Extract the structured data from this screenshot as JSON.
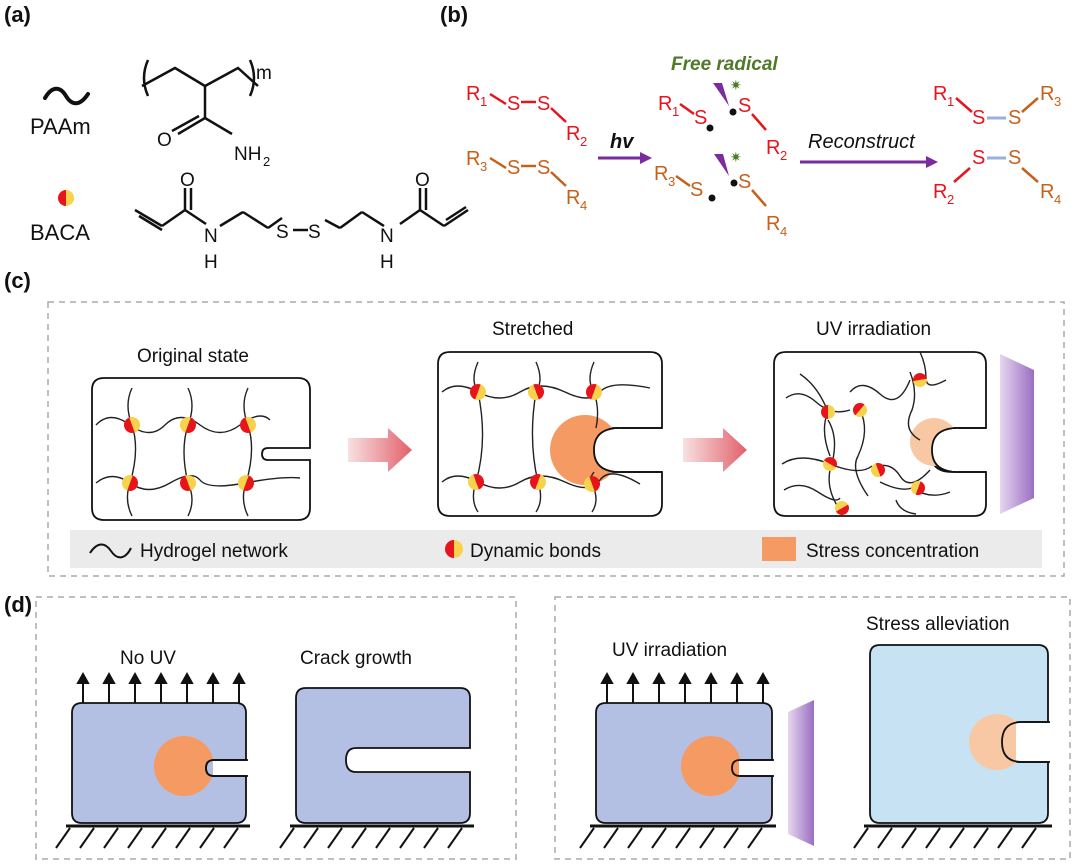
{
  "panels": {
    "a": "(a)",
    "b": "(b)",
    "c": "(c)",
    "d": "(d)"
  },
  "panel_a": {
    "paam_label": "PAAm",
    "baca_label": "BACA",
    "subscript_m": "m",
    "atom_O": "O",
    "atom_N": "N",
    "atom_H": "H",
    "atom_NH": "NH",
    "sub_2": "2",
    "atom_S": "S"
  },
  "panel_b": {
    "free_radical": "Free radical",
    "hv": "hv",
    "reconstruct": "Reconstruct",
    "R": "R",
    "S": "S",
    "n1": "1",
    "n2": "2",
    "n3": "3",
    "n4": "4"
  },
  "panel_c": {
    "original_state": "Original state",
    "stretched": "Stretched",
    "uv_irradiation": "UV irradiation",
    "legend_network": "Hydrogel network",
    "legend_bonds": "Dynamic bonds",
    "legend_stress": "Stress concentration"
  },
  "panel_d": {
    "no_uv": "No UV",
    "crack_growth": "Crack growth",
    "uv_irradiation": "UV irradiation",
    "stress_alleviation": "Stress alleviation"
  },
  "colors": {
    "red": "#e8141b",
    "orange_text": "#c8601a",
    "arrow_purple": "#7a2b9e",
    "radical_green": "#4f7a28",
    "stress": "#f59a63",
    "stress_light": "#f8c8a4",
    "hydrogel_blue": "#b3c0e4",
    "hydrogel_light": "#c7e3f3",
    "dynamic_bond_yellow": "#f7d24a"
  }
}
